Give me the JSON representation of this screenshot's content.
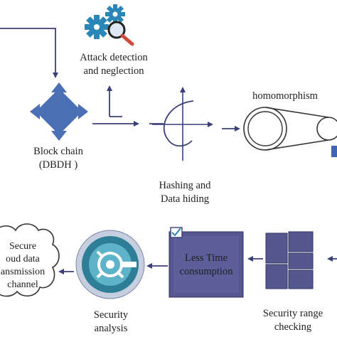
{
  "nodes": {
    "attack": {
      "line1": "Attack detection",
      "line2": "and neglection"
    },
    "blockchain": {
      "line1": "Block chain",
      "line2": "(DBDH )"
    },
    "hashing": {
      "line1": "Hashing and",
      "line2": "Data hiding"
    },
    "homomorphism": {
      "label": "homomorphism"
    },
    "cloud": {
      "line1": "Secure",
      "line2": "oud data",
      "line3": "ansmission",
      "line4": "channel"
    },
    "security_analysis": {
      "line1": "Security",
      "line2": "analysis"
    },
    "less_time": {
      "line1": "Less Time",
      "line2": "consumption"
    },
    "range_check": {
      "line1": "Security range",
      "line2": "checking"
    }
  },
  "colors": {
    "navy": "#3b3f78",
    "blue": "#4a6fb5",
    "purple_box": "#55578f",
    "gear": "#2b86b8",
    "teal_outer": "#2f7e97",
    "teal_inner": "#5fb3c8"
  }
}
